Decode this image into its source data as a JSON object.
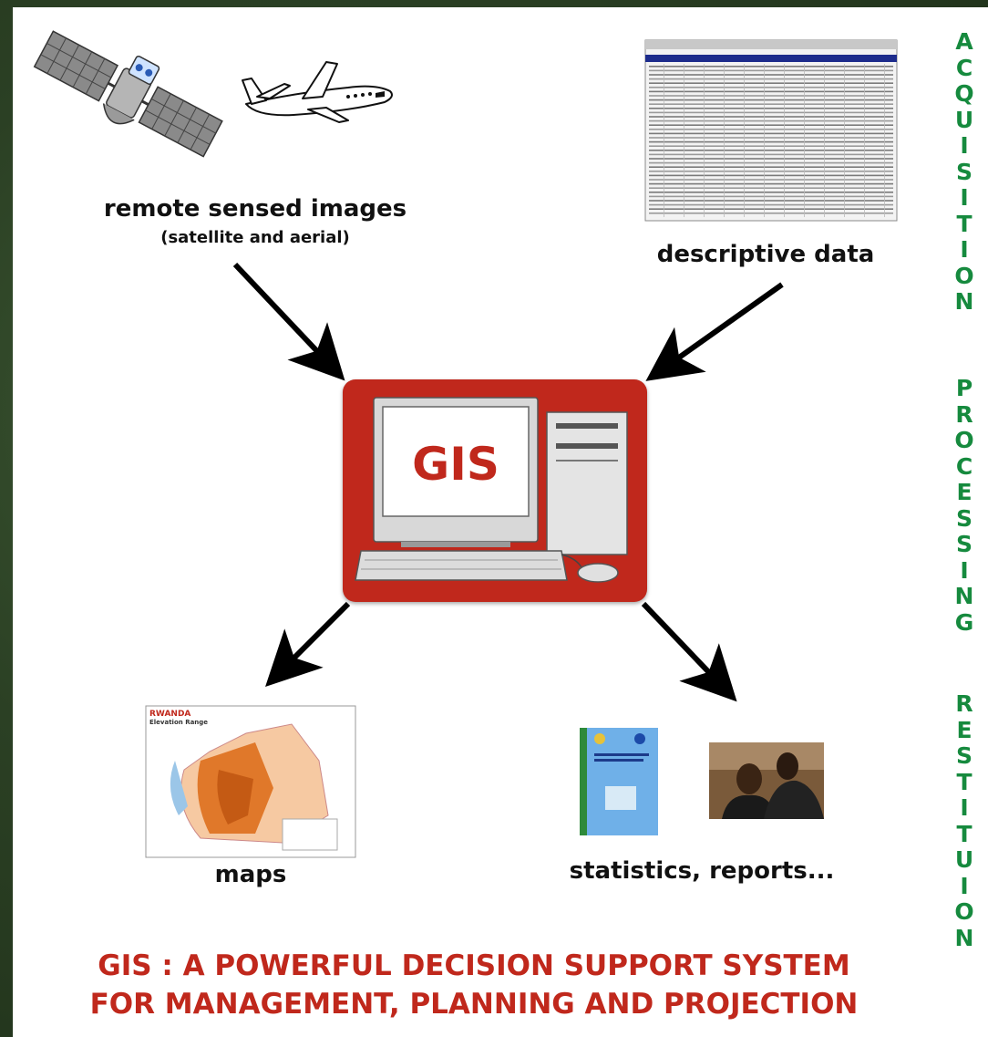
{
  "labels": {
    "remote_sensed": "remote sensed images",
    "remote_sensed_sub": "(satellite and aerial)",
    "descriptive": "descriptive data",
    "gis_screen": "GIS",
    "maps": "maps",
    "stats": "statistics, reports..."
  },
  "map_thumbnail": {
    "country": "RWANDA",
    "subtitle": "Elevation Range"
  },
  "stages": {
    "acquisition": "ACQUISITION",
    "processing": "PROCESSING",
    "restitution": "RESTITUION"
  },
  "bottom_title": {
    "line1": "GIS : A POWERFUL DECISION SUPPORT SYSTEM",
    "line2": "FOR MANAGEMENT, PLANNING AND PROJECTION"
  },
  "colors": {
    "gis_box": "#c0281c",
    "title_red": "#c0281c",
    "stage_green": "#168a3e",
    "background_green": "#2b4024"
  },
  "icons": [
    "satellite-icon",
    "airplane-icon",
    "spreadsheet-thumbnail",
    "computer-icon",
    "map-thumbnail",
    "report-cover-thumbnail",
    "meeting-photo-thumbnail"
  ]
}
